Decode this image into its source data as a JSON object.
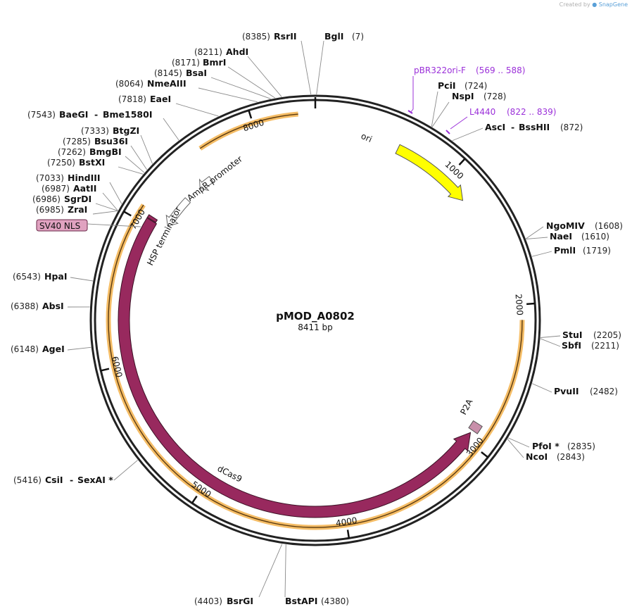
{
  "watermark": {
    "created_by": "Created by",
    "brand": "SnapGene"
  },
  "plasmid": {
    "name": "pMOD_A0802",
    "length_label": "8411 bp",
    "length": 8411
  },
  "ticks": [
    {
      "bp": 1000,
      "label": "1000"
    },
    {
      "bp": 2000,
      "label": "2000"
    },
    {
      "bp": 3000,
      "label": "3000"
    },
    {
      "bp": 4000,
      "label": "4000"
    },
    {
      "bp": 5000,
      "label": "5000"
    },
    {
      "bp": 6000,
      "label": "6000"
    },
    {
      "bp": 7000,
      "label": "7000"
    },
    {
      "bp": 8000,
      "label": "8000"
    }
  ],
  "sites": [
    {
      "name": "RsrII",
      "pos": "(8385)",
      "bp": 8385
    },
    {
      "name": "BglI",
      "pos": "(7)",
      "bp": 7
    },
    {
      "name": "AhdI",
      "pos": "(8211)",
      "bp": 8211
    },
    {
      "name": "BmrI",
      "pos": "(8171)",
      "bp": 8171
    },
    {
      "name": "BsaI",
      "pos": "(8145)",
      "bp": 8145
    },
    {
      "name": "NmeAIII",
      "pos": "(8064)",
      "bp": 8064
    },
    {
      "name": "EaeI",
      "pos": "(7818)",
      "bp": 7818
    },
    {
      "name": "BaeGI",
      "name2": "Bme1580I",
      "pos": "(7543)",
      "bp": 7543
    },
    {
      "name": "BtgZI",
      "pos": "(7333)",
      "bp": 7333
    },
    {
      "name": "Bsu36I",
      "pos": "(7285)",
      "bp": 7285
    },
    {
      "name": "BmgBI",
      "pos": "(7262)",
      "bp": 7262
    },
    {
      "name": "BstXI",
      "pos": "(7250)",
      "bp": 7250
    },
    {
      "name": "HindIII",
      "pos": "(7033)",
      "bp": 7033
    },
    {
      "name": "AatII",
      "pos": "(6987)",
      "bp": 6987
    },
    {
      "name": "SgrDI",
      "pos": "(6986)",
      "bp": 6986
    },
    {
      "name": "ZraI",
      "pos": "(6985)",
      "bp": 6985
    },
    {
      "name": "HpaI",
      "pos": "(6543)",
      "bp": 6543
    },
    {
      "name": "AbsI",
      "pos": "(6388)",
      "bp": 6388
    },
    {
      "name": "AgeI",
      "pos": "(6148)",
      "bp": 6148
    },
    {
      "name": "CsiI",
      "name2": "SexAI *",
      "pos": "(5416)",
      "bp": 5416
    },
    {
      "name": "BsrGI",
      "pos": "(4403)",
      "bp": 4403
    },
    {
      "name": "BstAPI",
      "pos": "(4380)",
      "bp": 4380
    },
    {
      "name": "PciI",
      "pos": "(724)",
      "bp": 724
    },
    {
      "name": "NspI",
      "pos": "(728)",
      "bp": 728
    },
    {
      "name": "AscI",
      "name2": "BssHII",
      "pos": "(872)",
      "bp": 872
    },
    {
      "name": "NgoMIV",
      "pos": "(1608)",
      "bp": 1608
    },
    {
      "name": "NaeI",
      "pos": "(1610)",
      "bp": 1610
    },
    {
      "name": "PmlI",
      "pos": "(1719)",
      "bp": 1719
    },
    {
      "name": "StuI",
      "pos": "(2205)",
      "bp": 2205
    },
    {
      "name": "SbfI",
      "pos": "(2211)",
      "bp": 2211
    },
    {
      "name": "PvuII",
      "pos": "(2482)",
      "bp": 2482
    },
    {
      "name": "PfoI *",
      "pos": "(2835)",
      "bp": 2835
    },
    {
      "name": "NcoI",
      "pos": "(2843)",
      "bp": 2843
    }
  ],
  "primers": [
    {
      "name": "pBR322ori-F",
      "range": "(569 .. 588)",
      "start": 569,
      "end": 588
    },
    {
      "name": "L4440",
      "range": "(822 .. 839)",
      "start": 822,
      "end": 839
    }
  ],
  "features": [
    {
      "name": "ori",
      "type": "rep_origin",
      "start": 600,
      "end": 1189,
      "color": "#ffff00"
    },
    {
      "name": "dCas9",
      "type": "CDS",
      "start": 2940,
      "end": 7040,
      "color": "#98295e"
    },
    {
      "name": "P2A",
      "type": "misc",
      "start": 2860,
      "end": 2920,
      "color": "#c88faa"
    },
    {
      "name": "SV40 NLS",
      "type": "misc",
      "start": 7045,
      "end": 7066,
      "color": "#e0a2c0"
    },
    {
      "name": "HSP terminator",
      "type": "terminator",
      "start": 7070,
      "end": 7320,
      "color": "#ffffff"
    },
    {
      "name": "AmpR promoter",
      "type": "promoter",
      "start": 7450,
      "end": 7560,
      "color": "#ffffff"
    }
  ],
  "orf_arcs": [
    {
      "start": 7620,
      "end": 8300,
      "color": "#f3b14b"
    },
    {
      "start": 2100,
      "end": 7100,
      "color": "#f3b14b"
    }
  ]
}
